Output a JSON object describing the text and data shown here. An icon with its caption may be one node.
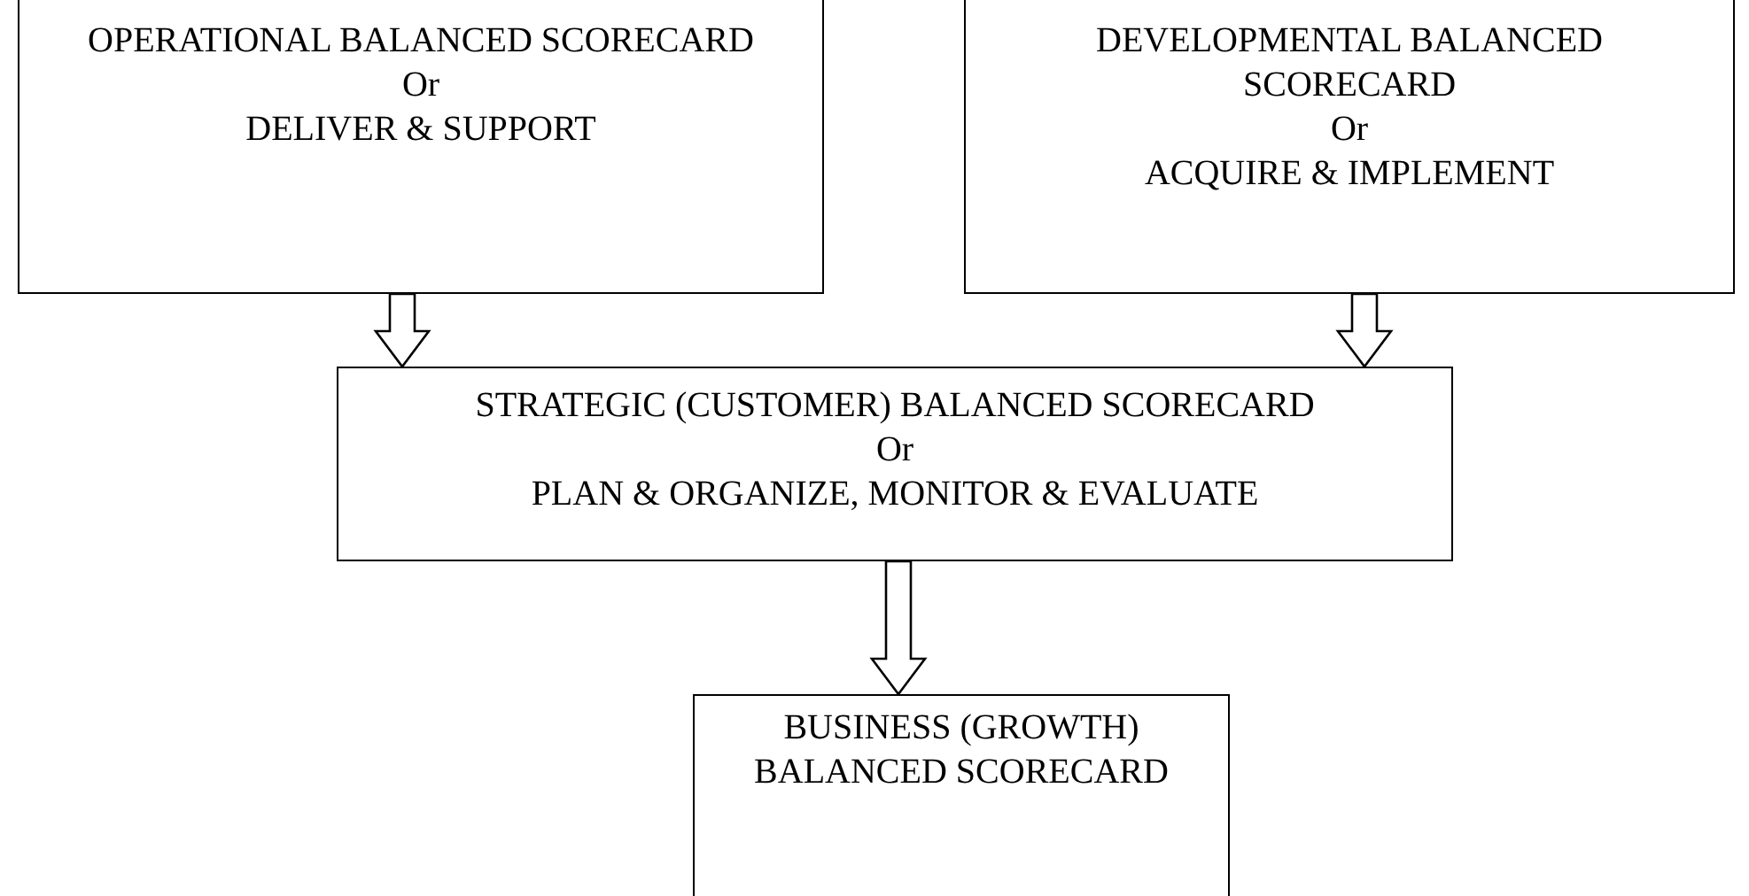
{
  "diagram": {
    "nodes": [
      {
        "text": [
          "OPERATIONAL BALANCED SCORECARD",
          "Or",
          "DELIVER & SUPPORT"
        ]
      },
      {
        "text": [
          "DEVELOPMENTAL BALANCED SCORECARD",
          "Or",
          "ACQUIRE & IMPLEMENT"
        ]
      },
      {
        "text": [
          "STRATEGIC (CUSTOMER) BALANCED SCORECARD",
          "Or",
          "PLAN & ORGANIZE, MONITOR & EVALUATE"
        ]
      },
      {
        "text": [
          "BUSINESS (GROWTH) BALANCED SCORECARD"
        ]
      }
    ],
    "edges": [
      {
        "from": 0,
        "to": 2,
        "arrow": "to"
      },
      {
        "from": 1,
        "to": 2,
        "arrow": "to"
      },
      {
        "from": 2,
        "to": 3,
        "arrow": "to"
      }
    ]
  }
}
